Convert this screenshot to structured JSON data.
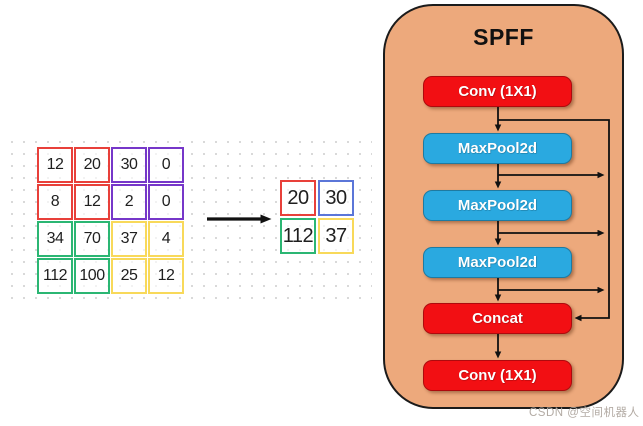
{
  "pooling_example": {
    "input_matrix": {
      "rows": [
        [
          "12",
          "20",
          "30",
          "0"
        ],
        [
          "8",
          "12",
          "2",
          "0"
        ],
        [
          "34",
          "70",
          "37",
          "4"
        ],
        [
          "112",
          "100",
          "25",
          "12"
        ]
      ],
      "quadrant_colors": {
        "top_left": "#e8403a",
        "top_right": "#7637c9",
        "bottom_left": "#2bb673",
        "bottom_right": "#f8d95a"
      }
    },
    "output_matrix": {
      "rows": [
        [
          "20",
          "30"
        ],
        [
          "112",
          "37"
        ]
      ],
      "cell_colors": {
        "top_left": "#e8403a",
        "top_right": "#5b76d8",
        "bottom_left": "#2bb673",
        "bottom_right": "#f8d95a"
      }
    },
    "arrow_color": "#111111"
  },
  "spff": {
    "title": "SPFF",
    "container_color": "#eda97c",
    "nodes": [
      {
        "label": "Conv (1X1)",
        "color": "#f20f13"
      },
      {
        "label": "MaxPool2d",
        "color": "#2aa9e0"
      },
      {
        "label": "MaxPool2d",
        "color": "#2aa9e0"
      },
      {
        "label": "MaxPool2d",
        "color": "#2aa9e0"
      },
      {
        "label": "Concat",
        "color": "#f20f13"
      },
      {
        "label": "Conv (1X1)",
        "color": "#f20f13"
      }
    ],
    "arrow_color": "#111111"
  },
  "watermark": {
    "text": "CSDN @空间机器人",
    "color": "#b3aba4"
  }
}
